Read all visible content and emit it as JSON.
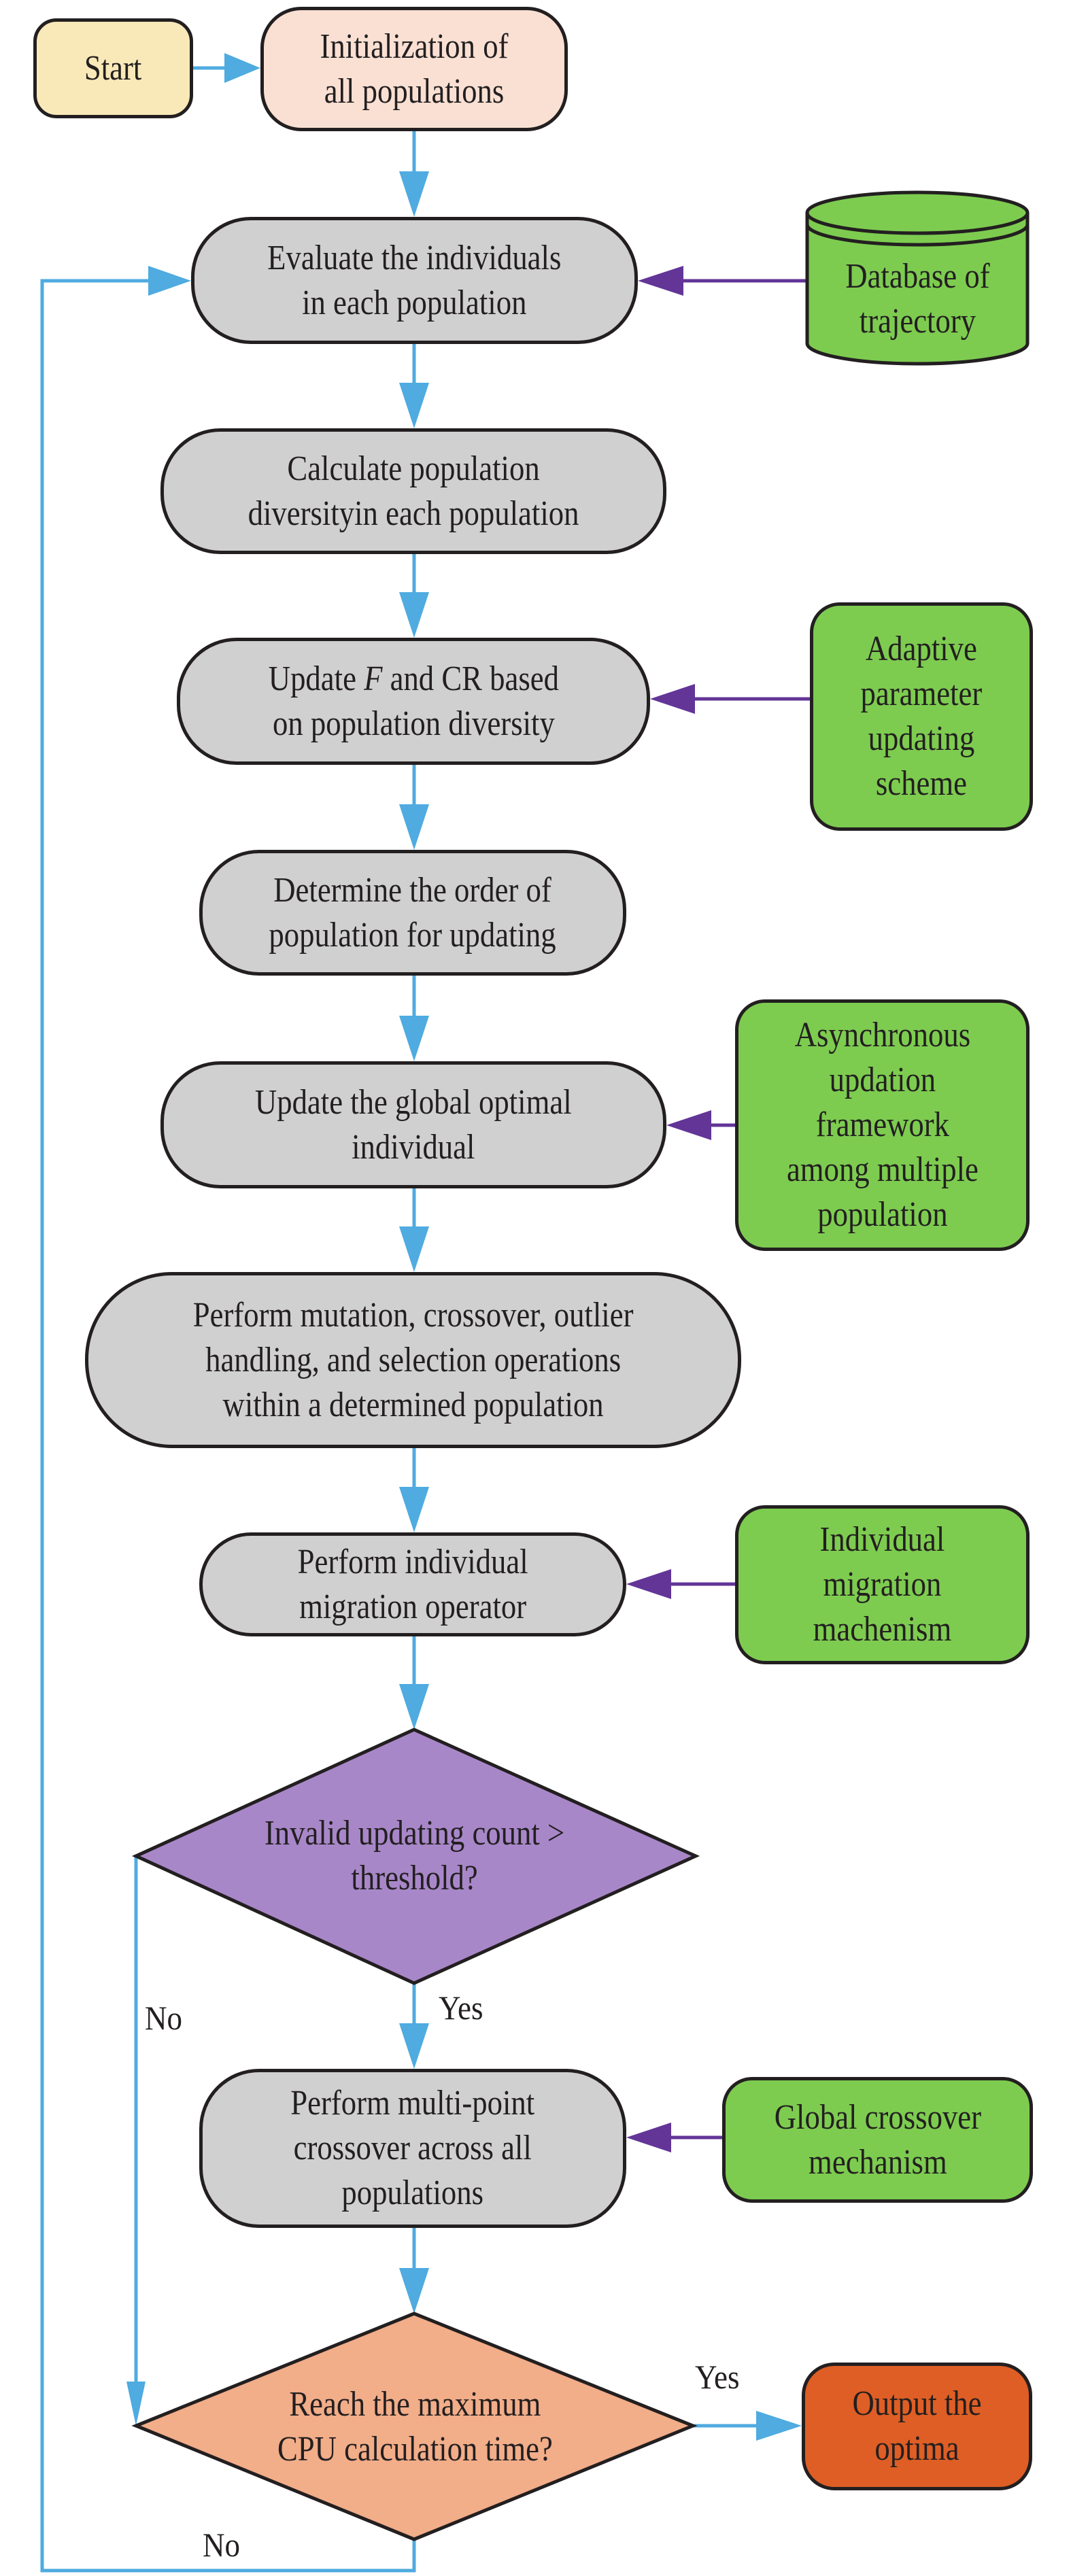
{
  "colors": {
    "flow_arrow": "#4fabe0",
    "input_arrow": "#623597",
    "process_fill": "#d0d0d1",
    "mechanism_fill": "#7dcc50",
    "start_fill": "#f9e9b8",
    "init_fill": "#f9e0d3",
    "decision1_fill": "#a887c9",
    "decision2_fill": "#f2ad89",
    "output_fill": "#de5e25",
    "stroke": "#231f20"
  },
  "nodes": {
    "start": "Start",
    "init": "Initialization of\nall populations",
    "evaluate": "Evaluate the individuals\nin each population",
    "database": "Database of\ntrajectory",
    "calculate": "Calculate population\ndiversityin each population",
    "update_f_cr": {
      "prefix": "Update ",
      "italic": "F",
      "suffix": " and CR based\non population diversity"
    },
    "adaptive": "Adaptive\nparameter\nupdating\nscheme",
    "determine": "Determine the order of\npopulation for updating",
    "update_global": "Update the global optimal\nindividual",
    "async": "Asynchronous\nupdation\nframework\namong multiple\npopulation",
    "mutation": "Perform mutation, crossover, outlier\nhandling, and selection operations\nwithin a determined population",
    "migration_op": "Perform individual\nmigration operator",
    "migration_mech": "Individual\nmigration\nmachenism",
    "decision_invalid": "Invalid updating count >\nthreshold?",
    "multipoint": "Perform multi-point\ncrossover across all\npopulations",
    "global_crossover": "Global crossover\nmechanism",
    "decision_cpu": "Reach the maximum\nCPU calculation time?",
    "output": "Output the\noptima"
  },
  "edge_labels": {
    "invalid_yes": "Yes",
    "invalid_no": "No",
    "cpu_yes": "Yes",
    "cpu_no": "No"
  }
}
